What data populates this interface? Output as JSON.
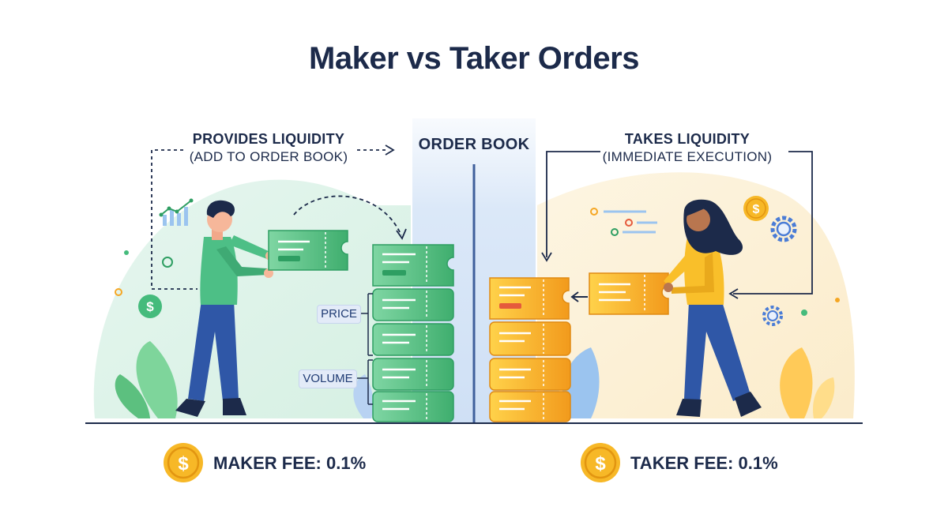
{
  "title": "Maker vs Taker Orders",
  "maker": {
    "heading": "PROVIDES LIQUIDITY",
    "subheading": "(ADD TO ORDER BOOK)",
    "fee_label": "MAKER FEE: 0.1%",
    "accent": "#3fbf7a"
  },
  "taker": {
    "heading": "TAKES LIQUIDITY",
    "subheading": "(IMMEDIATE EXECUTION)",
    "fee_label": "TAKER FEE: 0.1%",
    "accent": "#f5a623"
  },
  "order_book": {
    "heading": "ORDER BOOK",
    "price_label": "PRICE",
    "volume_label": "VOLUME"
  },
  "icons": [
    "dollar-coin-icon",
    "line-chart-icon",
    "gear-icon",
    "leaf-icon",
    "order-ticket-icon"
  ],
  "colors": {
    "title": "#1c2a4a",
    "coin": "#f7b827",
    "divider": "#3f5f9b"
  }
}
